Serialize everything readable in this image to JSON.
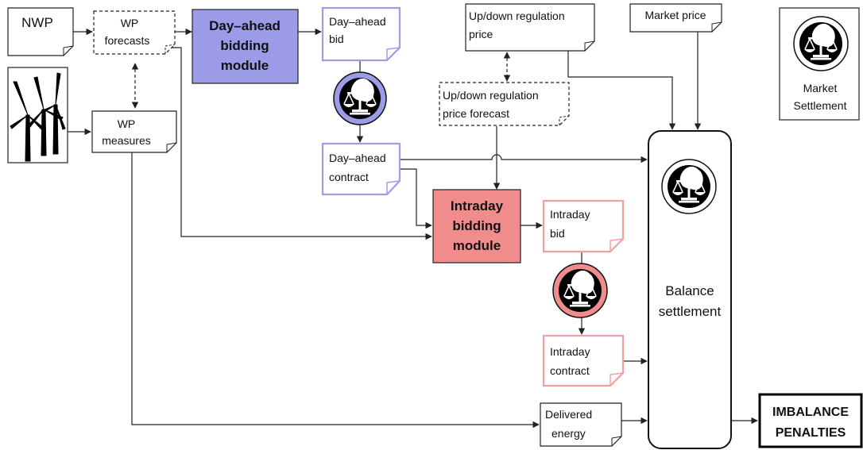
{
  "colors": {
    "dayahead_fill": "#9b9be8",
    "dayahead_border": "#a29be6",
    "intraday_fill": "#f08c8c",
    "intraday_border": "#f0a0a0",
    "black": "#000000",
    "white": "#ffffff"
  },
  "nodes": {
    "nwp": [
      "NWP"
    ],
    "wp_forecasts": [
      "WP",
      "forecasts"
    ],
    "wp_measures": [
      "WP",
      "measures"
    ],
    "dayahead_module": [
      "Day–ahead",
      "bidding",
      "module"
    ],
    "dayahead_bid": [
      "Day–ahead",
      "bid"
    ],
    "dayahead_contract": [
      "Day–ahead",
      "contract"
    ],
    "updown_price": [
      "Up/down regulation",
      "price"
    ],
    "updown_forecast": [
      "Up/down regulation",
      "price forecast"
    ],
    "market_price": [
      "Market price"
    ],
    "market_settlement": [
      "Market",
      "Settlement"
    ],
    "intraday_module": [
      "Intraday",
      "bidding",
      "module"
    ],
    "intraday_bid": [
      "Intraday",
      "bid"
    ],
    "intraday_contract": [
      "Intraday",
      "contract"
    ],
    "delivered_energy": [
      "Delivered",
      "energy"
    ],
    "balance_settlement": [
      "Balance",
      "settlement"
    ],
    "imbalance_penalties": [
      "IMBALANCE",
      "PENALTIES"
    ]
  },
  "icons": [
    "wind-turbine-icon",
    "scales-icon"
  ]
}
